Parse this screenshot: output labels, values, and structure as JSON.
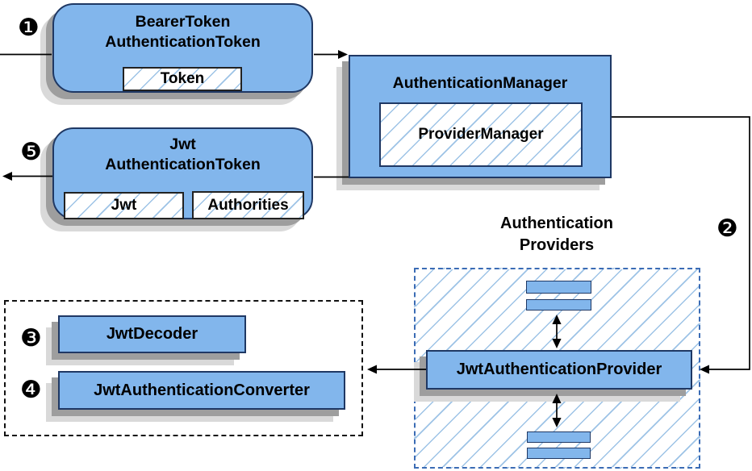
{
  "palette": {
    "node_fill": "#82b6ec",
    "node_border_navy": "#1f3864",
    "field_border_black": "#222222",
    "hatch_line_blue": "#9dc3e6",
    "dashed_group_blue": "#3b6cb5",
    "dashed_group_black": "#111111",
    "shadow_dark": "#9e9e9e",
    "shadow_light": "#d9d9d9",
    "connector_black": "#000000"
  },
  "nodes": {
    "bearer_token_box": {
      "title_line1": "BearerToken",
      "title_line2": "AuthenticationToken",
      "field": "Token"
    },
    "authentication_manager_box": {
      "title": "AuthenticationManager",
      "inner_field": "ProviderManager"
    },
    "jwt_token_box": {
      "title_line1": "Jwt",
      "title_line2": "AuthenticationToken",
      "field_left": "Jwt",
      "field_right": "Authorities"
    },
    "providers_group": {
      "label_line1": "Authentication",
      "label_line2": "Providers"
    },
    "jwt_provider_box": {
      "title": "JwtAuthenticationProvider"
    },
    "decoder_box": {
      "title": "JwtDecoder"
    },
    "converter_box": {
      "title": "JwtAuthenticationConverter"
    }
  },
  "step_markers": [
    {
      "id": 1,
      "glyph": "❶"
    },
    {
      "id": 2,
      "glyph": "❷"
    },
    {
      "id": 3,
      "glyph": "❸"
    },
    {
      "id": 4,
      "glyph": "❹"
    },
    {
      "id": 5,
      "glyph": "❺"
    }
  ]
}
